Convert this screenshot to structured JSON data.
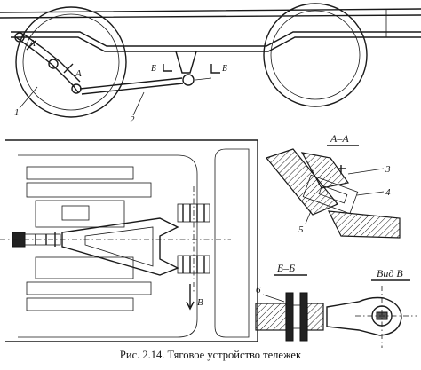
{
  "caption": "Рис. 2.14. Тяговое устройство тележек",
  "top_view": {
    "section_mark_a_1": "A",
    "section_mark_a_2": "A",
    "section_mark_b_1": "Б",
    "section_mark_b_2": "Б",
    "callout_1": "1",
    "callout_2": "2"
  },
  "plan_view": {
    "view_arrow_label": "В"
  },
  "section_aa": {
    "title": "А–А",
    "callout_3": "3",
    "callout_4": "4",
    "callout_5": "5"
  },
  "section_bb": {
    "title": "Б–Б",
    "callout_6": "6"
  },
  "view_b": {
    "title": "Вид В"
  }
}
